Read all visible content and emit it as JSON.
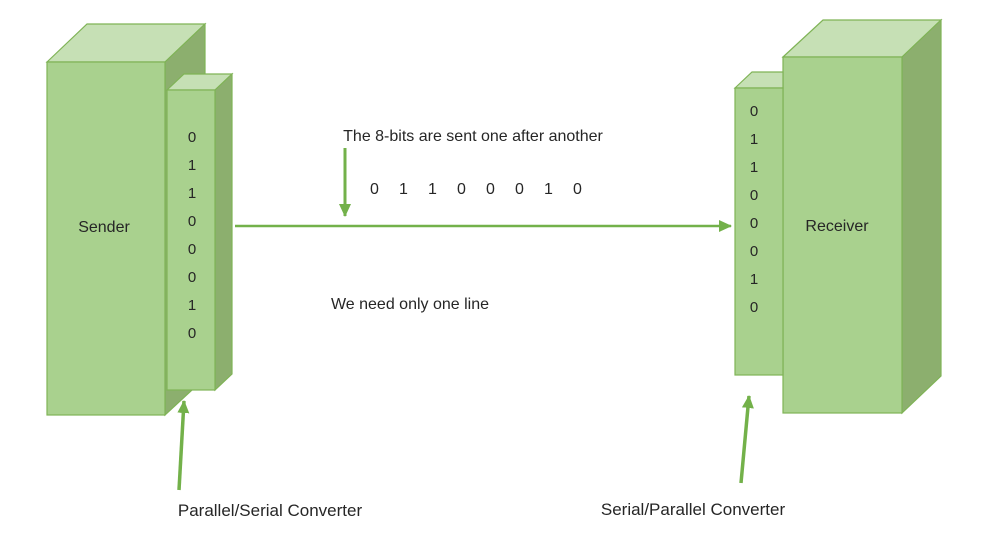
{
  "sender": {
    "label": "Sender",
    "converter_bits": [
      "0",
      "1",
      "1",
      "0",
      "0",
      "0",
      "1",
      "0"
    ]
  },
  "receiver": {
    "label": "Receiver",
    "converter_bits": [
      "0",
      "1",
      "1",
      "0",
      "0",
      "0",
      "1",
      "0"
    ]
  },
  "transmission": {
    "caption_top": "The 8-bits are sent one after another",
    "serial_bits": [
      "0",
      "1",
      "1",
      "0",
      "0",
      "0",
      "1",
      "0"
    ],
    "caption_bottom": "We need only one line"
  },
  "annotations": {
    "left_converter_label": "Parallel/Serial Converter",
    "right_converter_label": "Serial/Parallel Converter"
  },
  "colors": {
    "box_front": "#A9D18E",
    "box_top": "#C6E0B5",
    "box_side": "#8CAF6E",
    "outline": "#7FB356",
    "arrow": "#73B14A",
    "text": "#262626",
    "bg": "#FFFFFF"
  }
}
